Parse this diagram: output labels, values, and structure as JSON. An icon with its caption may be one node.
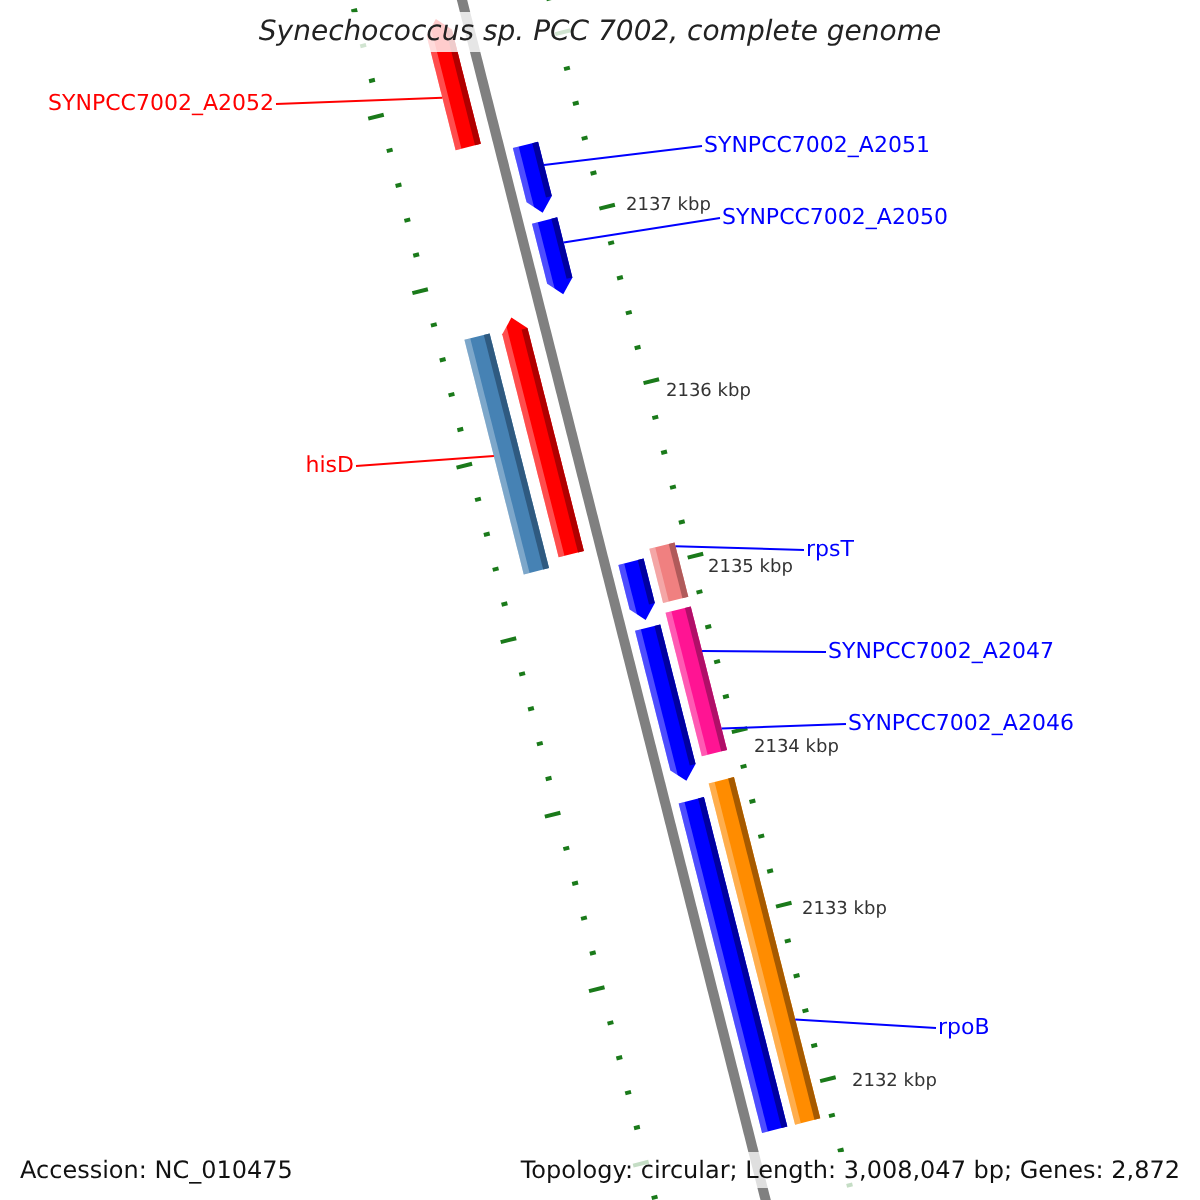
{
  "diagram": {
    "title": "Synechococcus sp. PCC 7002, complete genome",
    "nodes": [
      {
        "text": [
          "SYNPCC7002_A2052"
        ]
      },
      {
        "text": [],
        "shape": "bar"
      },
      {
        "text": [
          "SYNPCC7002_A2051"
        ]
      },
      {
        "text": [],
        "shape": "bar"
      },
      {
        "text": [
          "SYNPCC7002_A2050"
        ]
      },
      {
        "text": [],
        "shape": "bar"
      },
      {
        "text": [],
        "shape": "bar"
      },
      {
        "text": [],
        "shape": "bar"
      },
      {
        "text": [
          "hisD"
        ]
      },
      {
        "text": [
          "rpsT"
        ]
      },
      {
        "text": [],
        "shape": "bar"
      },
      {
        "text": [],
        "shape": "bar"
      },
      {
        "text": [
          "SYNPCC7002_A2047"
        ]
      },
      {
        "text": [],
        "shape": "bar"
      },
      {
        "text": [],
        "shape": "bar"
      },
      {
        "text": [
          "SYNPCC7002_A2046"
        ]
      },
      {
        "text": [],
        "shape": "bar"
      },
      {
        "text": [],
        "shape": "bar"
      },
      {
        "text": [
          "rpoB"
        ]
      }
    ],
    "edges": [
      {
        "from": 0,
        "to": 1,
        "arrow": "none",
        "color": "#ff0000"
      },
      {
        "from": 2,
        "to": 3,
        "arrow": "none"
      },
      {
        "from": 4,
        "to": 5,
        "arrow": "none"
      },
      {
        "from": 8,
        "to": 6,
        "arrow": "none",
        "color": "#ff0000"
      },
      {
        "from": 9,
        "to": 11,
        "arrow": "none"
      },
      {
        "from": 12,
        "to": 14,
        "arrow": "none"
      },
      {
        "from": 15,
        "to": 14,
        "arrow": "none"
      },
      {
        "from": 18,
        "to": 17,
        "arrow": "none"
      }
    ],
    "labels": [
      "2137 kbp",
      "2136 kbp",
      "2135 kbp",
      "2134 kbp",
      "2133 kbp",
      "2132 kbp",
      "Accession: NC_010475",
      "Topology: circular; Length: 3,008,047 bp; Genes: 2,872"
    ]
  }
}
